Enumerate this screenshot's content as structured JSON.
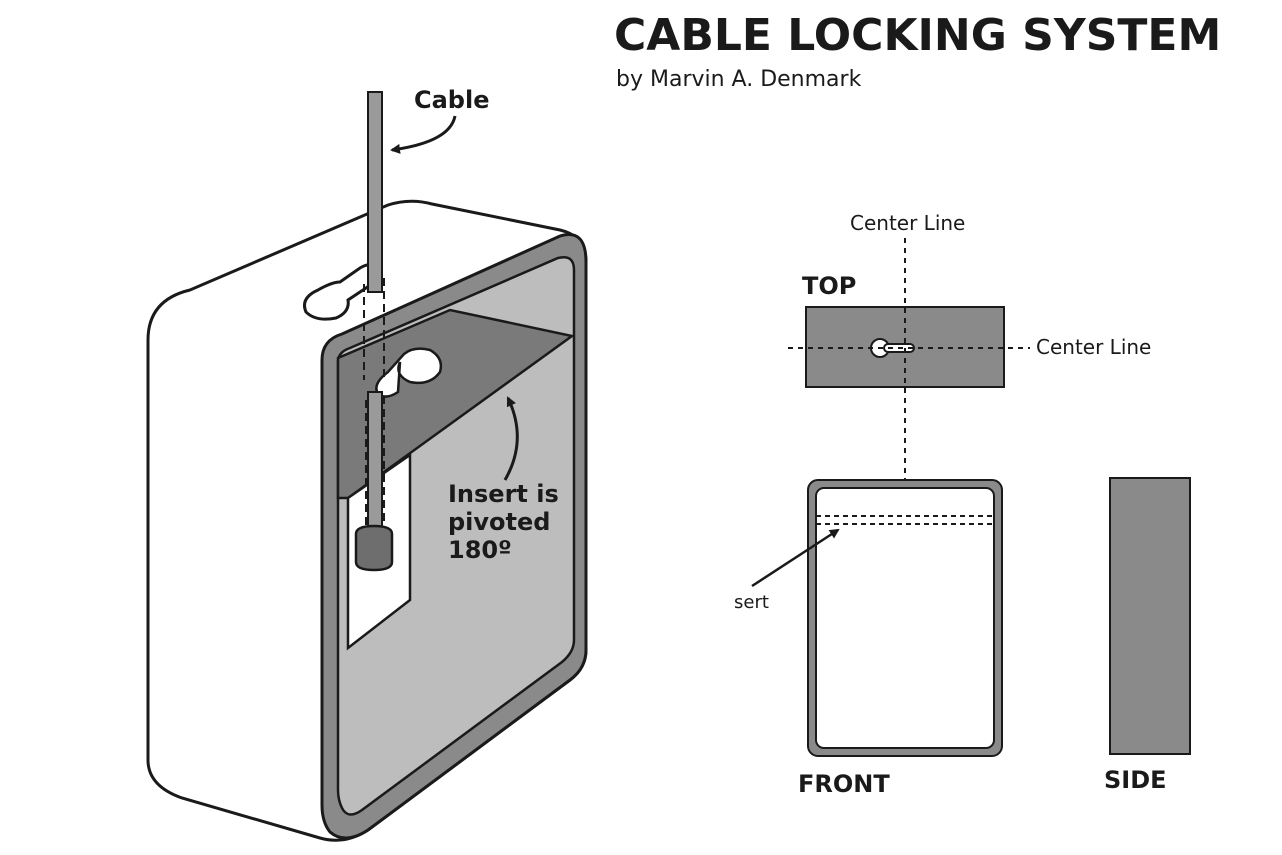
{
  "header": {
    "title": "CABLE LOCKING SYSTEM",
    "byline": "by Marvin A. Denmark"
  },
  "labels": {
    "cable": "Cable",
    "insert_line1": "Insert is",
    "insert_line2": "pivoted",
    "insert_line3": "180º",
    "center_line_vertical": "Center Line",
    "center_line_horizontal": "Center Line",
    "top": "TOP",
    "front": "FRONT",
    "side": "SIDE",
    "sert": "sert"
  },
  "colors": {
    "outline": "#1a1a1a",
    "shell_gray": "#8a8a8a",
    "interior_gray": "#b8b8b8",
    "insert_gray": "#7a7a7a",
    "cable_gray": "#9a9a9a"
  }
}
